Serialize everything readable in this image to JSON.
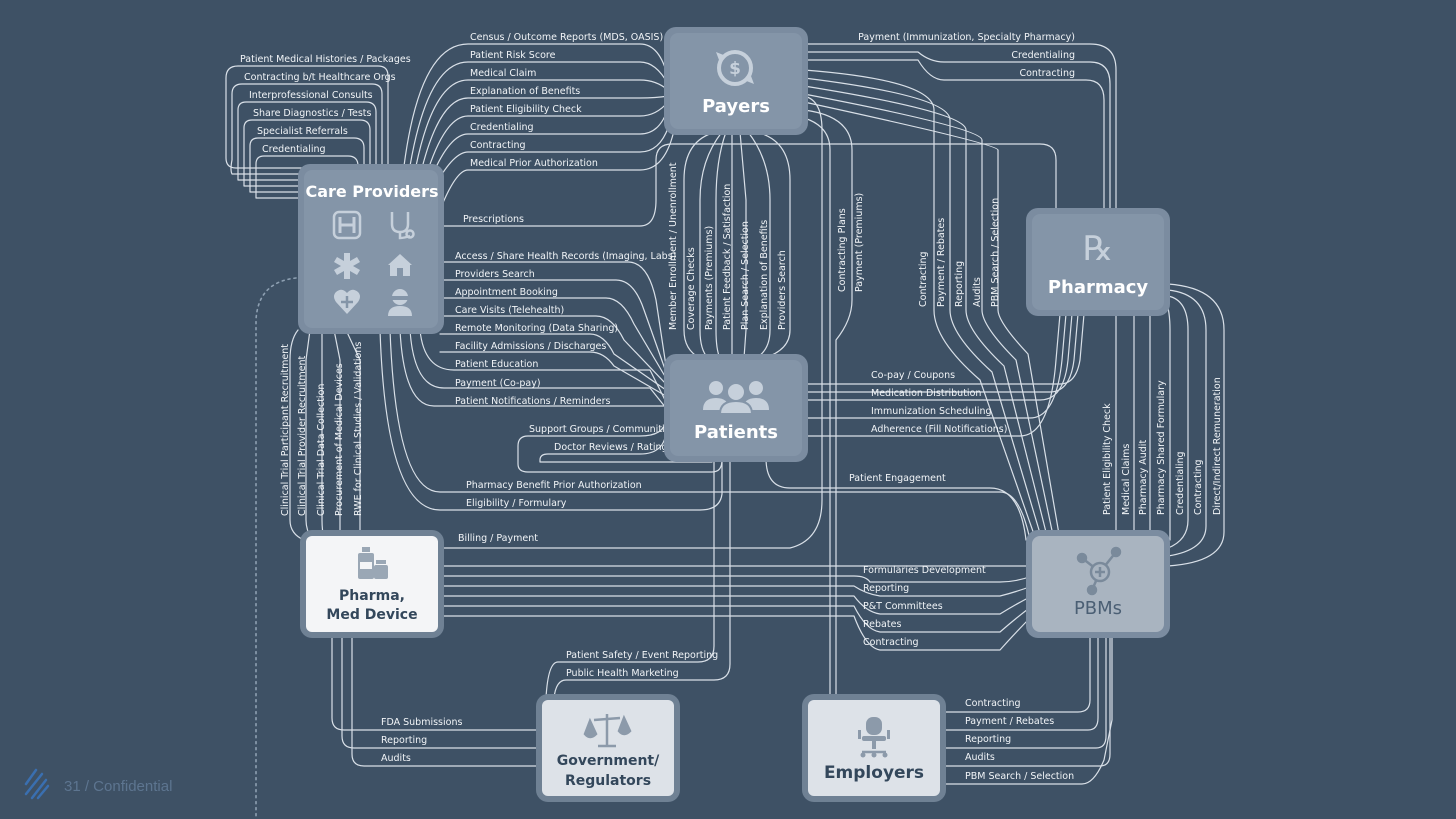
{
  "colors": {
    "background": "#3e5165",
    "line": "#d9e0e8",
    "node": "#8495a8",
    "pharma": "#f4f5f7"
  },
  "nodes": {
    "care_providers": {
      "title": "Care Providers"
    },
    "payers": {
      "title": "Payers"
    },
    "pharmacy": {
      "title": "Pharmacy"
    },
    "patients": {
      "title": "Patients"
    },
    "pharma": {
      "title_line1": "Pharma,",
      "title_line2": "Med Device"
    },
    "pbms": {
      "title": "PBMs"
    },
    "government": {
      "title_line1": "Government/",
      "title_line2": "Regulators"
    },
    "employers": {
      "title": "Employers"
    }
  },
  "edges": {
    "cp_self": [
      "Patient Medical Histories / Packages",
      "Contracting b/t Healthcare Orgs",
      "Interprofessional Consults",
      "Share Diagnostics / Tests",
      "Specialist Referrals",
      "Credentialing"
    ],
    "cp_payers": [
      "Census / Outcome Reports (MDS, OASIS)",
      "Patient Risk Score",
      "Medical Claim",
      "Explanation of Benefits",
      "Patient Eligibility Check",
      "Credentialing",
      "Contracting",
      "Medical Prior Authorization"
    ],
    "cp_pharmacy": "Prescriptions",
    "cp_patients": [
      "Access / Share Health Records (Imaging, Labs)",
      "Providers Search",
      "Appointment Booking",
      "Care Visits (Telehealth)",
      "Remote Monitoring (Data Sharing)",
      "Facility Admissions / Discharges",
      "Patient Education",
      "Payment (Co-pay)",
      "Patient Notifications / Reminders"
    ],
    "patients_self": [
      "Support Groups / Communities",
      "Doctor Reviews / Ratings"
    ],
    "cp_pbm": [
      "Pharmacy Benefit Prior Authorization",
      "Eligibility / Formulary"
    ],
    "cp_pharma": [
      "Clinical Trial Participant Recruitment",
      "Clinical Trial Provider Recruitment",
      "Clinical Trial Data Collection",
      "Procurement of Medical Devices",
      "RWE for Clinical Studies / Validations"
    ],
    "payers_pharmacy": [
      "Payment (Immunization, Specialty Pharmacy)",
      "Credentialing",
      "Contracting"
    ],
    "payers_patients": [
      "Member Enrollment / Unenrollment",
      "Coverage Checks",
      "Payments (Premiums)",
      "Patient Feedback / Satisfaction",
      "Plan Search / Selection",
      "Explanation of Benefits",
      "Providers Search"
    ],
    "payers_employers": [
      "Contracting Plans",
      "Payment (Premiums)"
    ],
    "payers_pbm": [
      "Contracting",
      "Payment / Rebates",
      "Reporting",
      "Audits",
      "PBM Search / Selection"
    ],
    "patients_pharmacy": [
      "Co-pay / Coupons",
      "Medication Distribution",
      "Immunization Scheduling",
      "Adherence (Fill Notifications)"
    ],
    "patients_pbm": "Patient Engagement",
    "pharmacy_pbm": [
      "Patient Eligibility Check",
      "Medical Claims",
      "Pharmacy Audit",
      "Pharmacy Shared Formulary",
      "Credentialing",
      "Contracting",
      "Direct/Indirect Remuneration"
    ],
    "pharma_payers": "Billing / Payment",
    "pharma_pbm": [
      "Formularies Development",
      "Reporting",
      "P&T Committees",
      "Rebates",
      "Contracting"
    ],
    "gov_patients": [
      "Patient Safety / Event Reporting",
      "Public Health Marketing"
    ],
    "pharma_gov": [
      "FDA Submissions",
      "Reporting",
      "Audits"
    ],
    "employers_pbm": [
      "Contracting",
      "Payment / Rebates",
      "Reporting",
      "Audits",
      "PBM Search / Selection"
    ]
  },
  "icons": [
    "hospital-icon",
    "stethoscope-icon",
    "medical-star-icon",
    "house-icon",
    "heart-plus-icon",
    "surgeon-icon",
    "dollar-refresh-icon",
    "rx-icon",
    "people-group-icon",
    "medicine-bottles-icon",
    "molecule-plus-icon",
    "scales-icon",
    "office-chair-icon",
    "company-logo-icon"
  ],
  "footer": {
    "page_text": "31 / Confidential"
  }
}
